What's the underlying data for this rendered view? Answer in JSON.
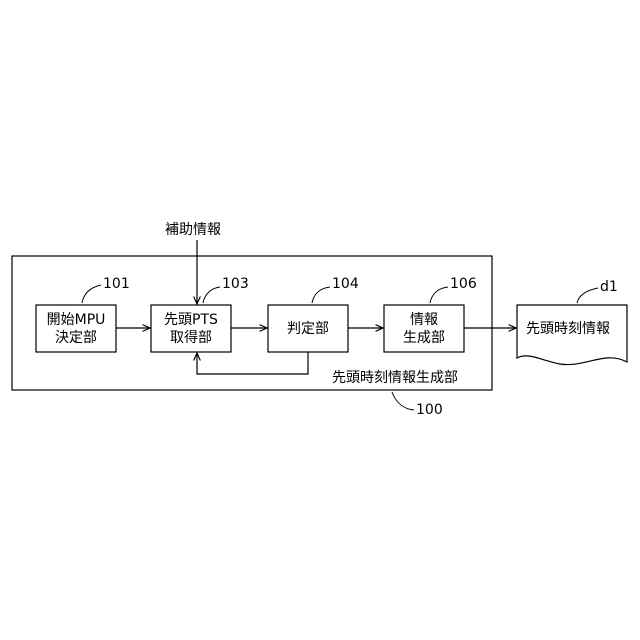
{
  "aux_input_label": "補助情報",
  "blocks": {
    "start_mpu": {
      "line1": "開始MPU",
      "line2": "決定部",
      "ref": "101"
    },
    "pts": {
      "line1": "先頭PTS",
      "line2": "取得部",
      "ref": "103"
    },
    "judge": {
      "line1": "判定部",
      "ref": "104"
    },
    "info_gen": {
      "line1": "情報",
      "line2": "生成部",
      "ref": "106"
    }
  },
  "outer": {
    "label": "先頭時刻情報生成部",
    "ref": "100"
  },
  "output_doc": {
    "label": "先頭時刻情報",
    "ref": "d1"
  }
}
